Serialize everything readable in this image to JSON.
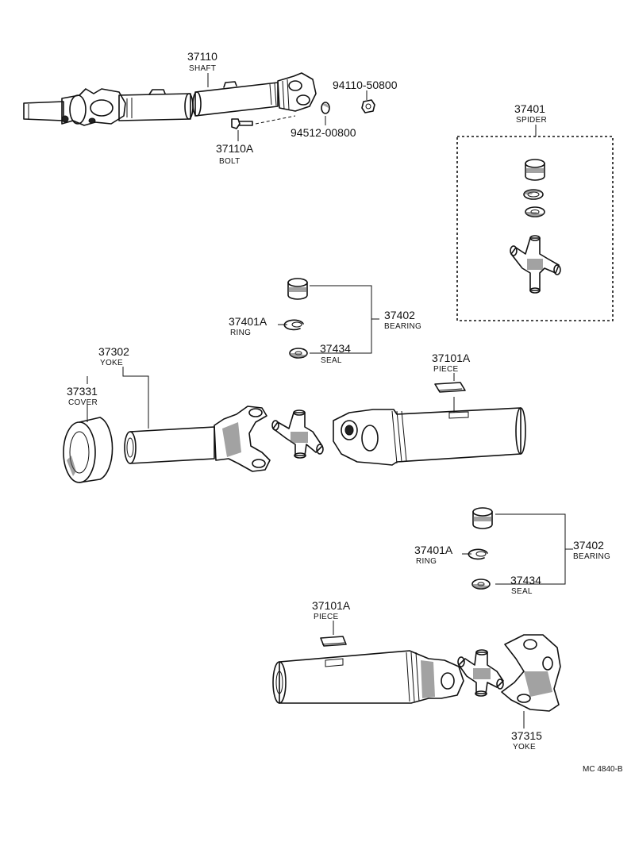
{
  "callouts": {
    "shaft": {
      "number": "37110",
      "name": "SHAFT"
    },
    "bolt": {
      "number": "37110A",
      "name": "BOLT"
    },
    "nut": {
      "number": "94110-50800"
    },
    "washer": {
      "number": "94512-00800"
    },
    "spider": {
      "number": "37401",
      "name": "SPIDER"
    },
    "bearing_upper": {
      "number": "37402",
      "name": "BEARING"
    },
    "ring_upper": {
      "number": "37401A",
      "name": "RING"
    },
    "seal_upper": {
      "number": "37434",
      "name": "SEAL"
    },
    "yoke_front": {
      "number": "37302",
      "name": "YOKE"
    },
    "cover": {
      "number": "37331",
      "name": "COVER"
    },
    "piece_upper": {
      "number": "37101A",
      "name": "PIECE"
    },
    "bearing_lower": {
      "number": "37402",
      "name": "BEARING"
    },
    "ring_lower": {
      "number": "37401A",
      "name": "RING"
    },
    "seal_lower": {
      "number": "37434",
      "name": "SEAL"
    },
    "piece_lower": {
      "number": "37101A",
      "name": "PIECE"
    },
    "yoke_rear": {
      "number": "37315",
      "name": "YOKE"
    }
  },
  "figure_code": "MC 4840-B"
}
